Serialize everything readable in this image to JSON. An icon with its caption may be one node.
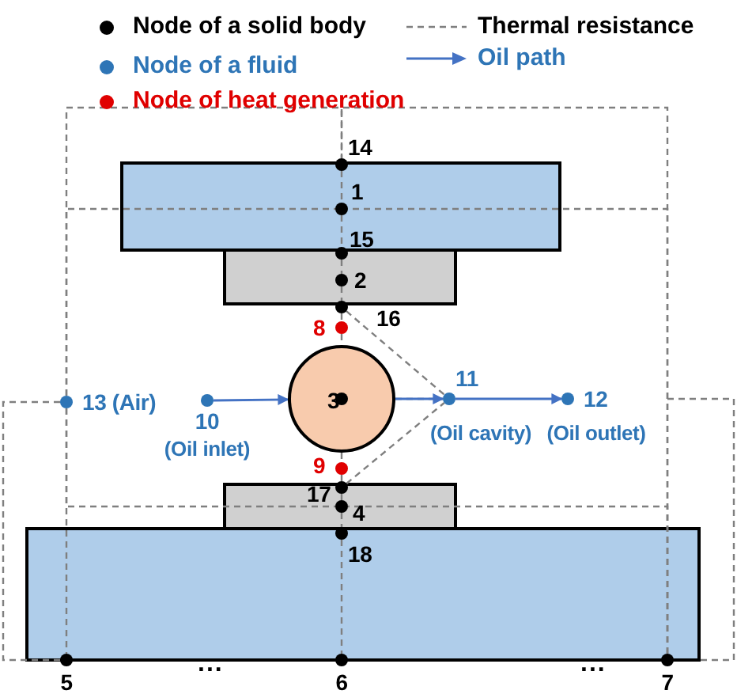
{
  "diagram": {
    "nodes": [
      {
        "text": [
          "14"
        ]
      },
      {
        "text": [
          "1"
        ]
      },
      {
        "text": [
          "15"
        ]
      },
      {
        "text": [
          "2"
        ]
      },
      {
        "text": [
          "16"
        ]
      },
      {
        "text": [
          "8"
        ]
      },
      {
        "text": [
          "13 (Air)"
        ]
      },
      {
        "text": [
          "10"
        ],
        "beside": [
          "(Oil inlet)"
        ]
      },
      {
        "text": [
          "3"
        ]
      },
      {
        "text": [
          "11"
        ],
        "beside": [
          "(Oil cavity)"
        ]
      },
      {
        "text": [
          "12"
        ],
        "beside": [
          "(Oil outlet)"
        ]
      },
      {
        "text": [
          "9"
        ]
      },
      {
        "text": [
          "17"
        ]
      },
      {
        "text": [
          "4"
        ]
      },
      {
        "text": [
          "18"
        ]
      },
      {
        "text": [
          "5"
        ]
      },
      {
        "text": [
          "6"
        ]
      },
      {
        "text": [
          "7"
        ]
      }
    ],
    "edges": [
      {
        "from": 0,
        "to": 1,
        "arrow": "none",
        "style": "dashed"
      },
      {
        "from": 1,
        "to": 2,
        "arrow": "none",
        "style": "dashed"
      },
      {
        "from": 2,
        "to": 3,
        "arrow": "none",
        "style": "dashed"
      },
      {
        "from": 3,
        "to": 4,
        "arrow": "none",
        "style": "dashed"
      },
      {
        "from": 4,
        "to": 5,
        "arrow": "none",
        "style": "dashed"
      },
      {
        "from": 5,
        "to": 8,
        "arrow": "none",
        "style": "dashed"
      },
      {
        "from": 8,
        "to": 11,
        "arrow": "none",
        "style": "dashed"
      },
      {
        "from": 11,
        "to": 12,
        "arrow": "none",
        "style": "dashed"
      },
      {
        "from": 12,
        "to": 13,
        "arrow": "none",
        "style": "dashed"
      },
      {
        "from": 13,
        "to": 14,
        "arrow": "none",
        "style": "dashed"
      },
      {
        "from": 14,
        "to": 16,
        "arrow": "none",
        "style": "dashed"
      },
      {
        "from": 4,
        "to": 9,
        "arrow": "none",
        "style": "dashed"
      },
      {
        "from": 12,
        "to": 9,
        "arrow": "none",
        "style": "dashed"
      },
      {
        "from": 8,
        "to": 9,
        "arrow": "none",
        "style": "dashed"
      },
      {
        "from": 6,
        "to": 0,
        "arrow": "none",
        "style": "dashed"
      },
      {
        "from": 6,
        "to": 1,
        "arrow": "none",
        "style": "dashed"
      },
      {
        "from": 6,
        "to": 13,
        "arrow": "none",
        "style": "dashed"
      },
      {
        "from": 6,
        "to": 15,
        "arrow": "none",
        "style": "dashed"
      },
      {
        "from": 7,
        "to": 8,
        "arrow": "to",
        "color": "#4472c4"
      },
      {
        "from": 8,
        "to": 9,
        "arrow": "to",
        "color": "#4472c4"
      },
      {
        "from": 9,
        "to": 10,
        "arrow": "to",
        "color": "#4472c4"
      },
      {
        "from": 17,
        "to": 0,
        "arrow": "none",
        "style": "dashed"
      },
      {
        "from": 17,
        "to": 1,
        "arrow": "none",
        "style": "dashed"
      },
      {
        "from": 17,
        "to": 13,
        "arrow": "none",
        "style": "dashed"
      },
      {
        "from": 6,
        "to": 15,
        "arrow": "none",
        "style": "dashed"
      }
    ],
    "labels": [
      "...",
      "..."
    ],
    "legend": [
      {
        "text": "Node of a solid body",
        "color": "#000000"
      },
      {
        "text": "Node of a fluid",
        "color": "#2e75b6"
      },
      {
        "text": "Node of heat generation",
        "color": "#e00000"
      },
      {
        "text": "Thermal resistance"
      },
      {
        "text": "Oil path"
      }
    ]
  }
}
